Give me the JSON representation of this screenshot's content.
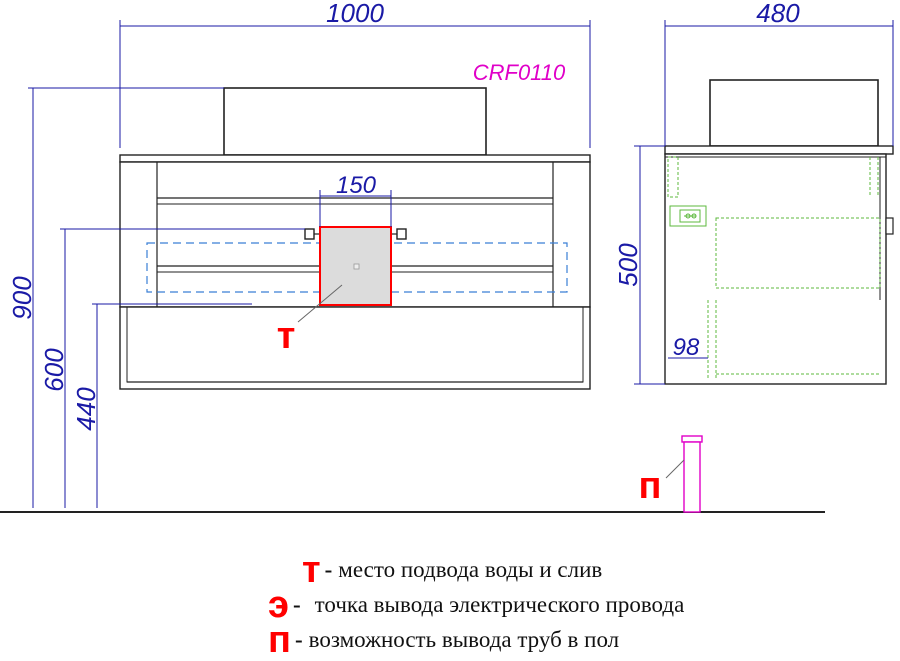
{
  "model_code": "CRF0110",
  "dimensions": {
    "width_front": "1000",
    "depth_side": "480",
    "total_height": "900",
    "height_600": "600",
    "height_440": "440",
    "cabinet_height": "500",
    "opening_width": "150",
    "side_offset": "98"
  },
  "markers": {
    "t": "т",
    "p": "п"
  },
  "legend": [
    {
      "mark": "т",
      "dash": "-",
      "text": "место подвода воды и слив"
    },
    {
      "mark": "э",
      "dash": "-",
      "text": "точка вывода электрического провода"
    },
    {
      "mark": "п",
      "dash": "-",
      "text": "возможность вывода труб в пол"
    }
  ],
  "colors": {
    "dimension": "#1a1aa6",
    "outline": "#222222",
    "marker": "#ff0000",
    "model_code": "#e000c8",
    "pipe": "#e000c8",
    "hidden_green": "#5cb83c",
    "cutout_dash": "#3a7fd5"
  }
}
